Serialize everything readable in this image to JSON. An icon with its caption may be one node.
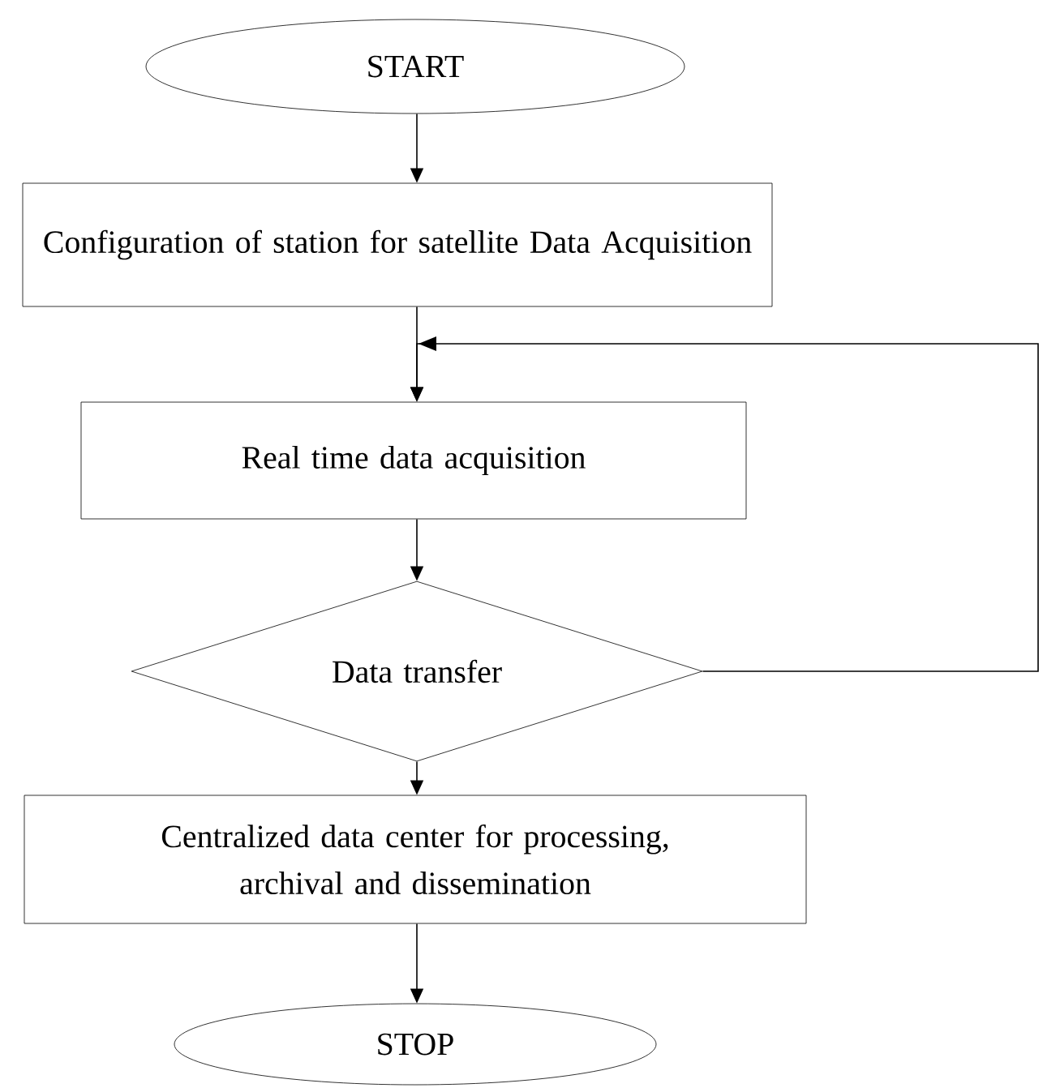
{
  "diagram": {
    "nodes": [
      {
        "text": [
          "START"
        ]
      },
      {
        "text": [
          "Configuration of station for satellite Data Acquisition"
        ]
      },
      {
        "text": [
          "Real time data acquisition"
        ]
      },
      {
        "text": [
          "Data transfer"
        ]
      },
      {
        "text": [
          "Centralized data center for processing, archival and dissemination"
        ]
      },
      {
        "text": [
          "STOP"
        ]
      }
    ],
    "edges": [
      {
        "from": 0,
        "to": 1,
        "arrow": "to"
      },
      {
        "from": 1,
        "to": 2,
        "arrow": "to"
      },
      {
        "from": 2,
        "to": 3,
        "arrow": "to"
      },
      {
        "from": 3,
        "to": 2,
        "arrow": "to"
      },
      {
        "from": 3,
        "to": 4,
        "arrow": "to"
      },
      {
        "from": 4,
        "to": 5,
        "arrow": "to"
      }
    ]
  }
}
